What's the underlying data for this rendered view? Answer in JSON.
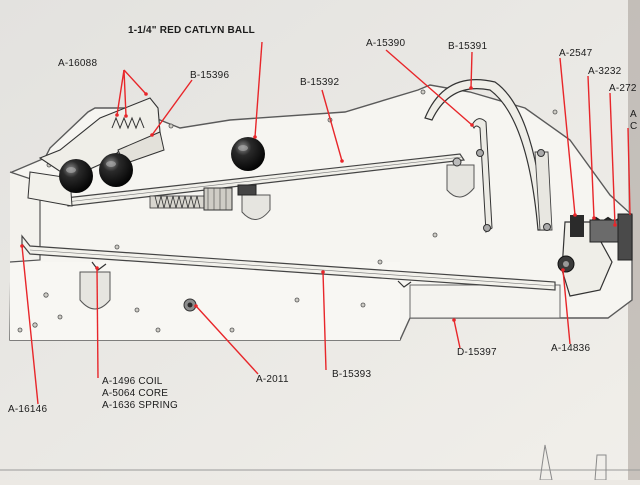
{
  "diagram": {
    "type": "exploded parts diagram",
    "callout_color": "#e8262a",
    "parts": [
      {
        "id": "ball",
        "label": "1-1/4\" RED CATLYN BALL"
      },
      {
        "id": "a16088",
        "label": "A-16088"
      },
      {
        "id": "b15396",
        "label": "B-15396"
      },
      {
        "id": "b15392",
        "label": "B-15392"
      },
      {
        "id": "a15390",
        "label": "A-15390"
      },
      {
        "id": "b15391",
        "label": "B-15391"
      },
      {
        "id": "a2547",
        "label": "A-2547"
      },
      {
        "id": "a3232",
        "label": "A-3232"
      },
      {
        "id": "a272",
        "label": "A-272"
      },
      {
        "id": "a16146",
        "label": "A-16146"
      },
      {
        "id": "coil",
        "label": "A-1496 COIL\nA-5064 CORE\nA-1636 SPRING"
      },
      {
        "id": "a2011",
        "label": "A-2011"
      },
      {
        "id": "b15393",
        "label": "B-15393"
      },
      {
        "id": "d15397",
        "label": "D-15397"
      },
      {
        "id": "a14836",
        "label": "A-14836"
      }
    ],
    "edge_fragments": [
      {
        "id": "edge-fragment-a",
        "label": "A"
      },
      {
        "id": "edge-fragment-c",
        "label": "C"
      }
    ]
  }
}
